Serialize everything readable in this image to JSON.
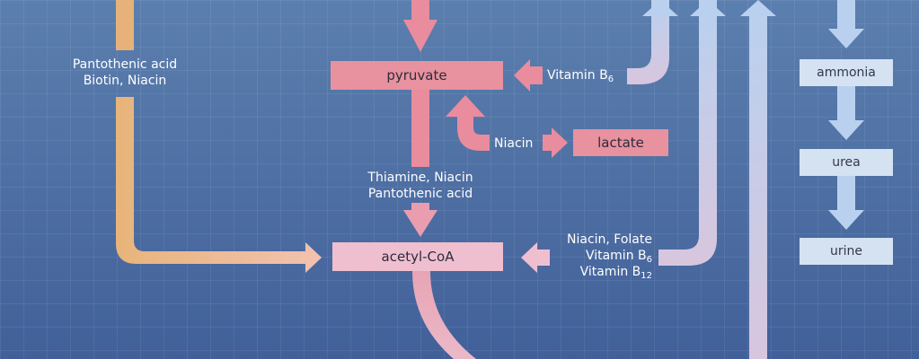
{
  "nodes": {
    "pyruvate": "pyruvate",
    "lactate": "lactate",
    "acetyl_coa": "acetyl-CoA",
    "ammonia": "ammonia",
    "urea": "urea",
    "urine": "urine"
  },
  "cofactors": {
    "left_line1": "Pantothenic acid",
    "left_line2": "Biotin, Niacin",
    "pyruvate_b6": "Vitamin B",
    "pyruvate_b6_sub": "6",
    "lactate_niacin": "Niacin",
    "pdh_line1": "Thiamine, Niacin",
    "pdh_line2": "Pantothenic acid",
    "acetyl_line1": "Niacin, Folate",
    "acetyl_line2": "Vitamin B",
    "acetyl_line2_sub": "6",
    "acetyl_line3": "Vitamin B",
    "acetyl_line3_sub": "12"
  },
  "colors": {
    "background": "#4d6ea2",
    "pink_box": "#e8919f",
    "light_pink_box": "#efbfd0",
    "blue_box": "#d4e2f2",
    "orange_line": "#e6b27a",
    "blue_arrow": "#b8d0ee",
    "pink_arrow": "#e88c9e"
  }
}
